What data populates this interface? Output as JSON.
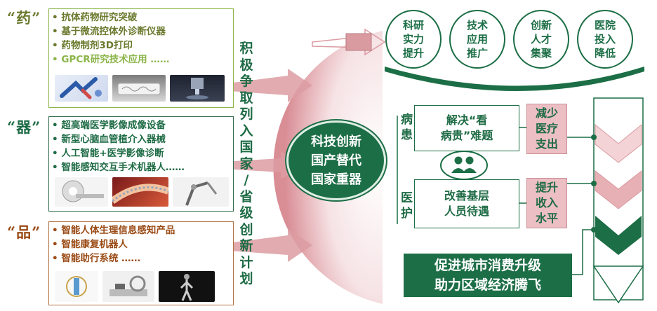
{
  "categories": {
    "drug": {
      "label": "“药”",
      "items": [
        "抗体药物研究突破",
        "基于微流控体外诊断仪器",
        "药物制剂3D打印",
        "GPCR研究技术应用 ……"
      ]
    },
    "device": {
      "label": "“器”",
      "items": [
        "超高端医学影像成像设备",
        "新型心脑血管植介入器械",
        "人工智能+医学影像诊断",
        "智能感知交互手术机器人……"
      ]
    },
    "product": {
      "label": "“品”",
      "items": [
        "智能人体生理信息感知产品",
        "智能康复机器人",
        "智能助行系统 ……"
      ]
    }
  },
  "vertical_text": [
    "积",
    "极",
    "争",
    "取",
    "列",
    "入",
    "国",
    "家",
    "/",
    "省",
    "级",
    "创",
    "新",
    "计",
    "划"
  ],
  "center": {
    "lines": [
      "科技创新",
      "国产替代",
      "国家重器"
    ]
  },
  "top_ovals": [
    {
      "lines": [
        "科研",
        "实力",
        "提升"
      ]
    },
    {
      "lines": [
        "技术",
        "应用",
        "推广"
      ]
    },
    {
      "lines": [
        "创新",
        "人才",
        "集聚"
      ]
    },
    {
      "lines": [
        "医院",
        "投入",
        "降低"
      ]
    }
  ],
  "patient": {
    "side_label": [
      "病",
      "患"
    ],
    "box": [
      "解决“看",
      "病贵”难题"
    ],
    "result": [
      "减少",
      "医疗",
      "支出"
    ]
  },
  "staff": {
    "side_label": [
      "医",
      "护"
    ],
    "box": [
      "改善基层",
      "人员待遇"
    ],
    "result": [
      "提升",
      "收入",
      "水平"
    ]
  },
  "banner": {
    "lines": [
      "促进城市消费升级",
      "助力区域经济腾飞"
    ]
  },
  "colors": {
    "green": "#1c6e46",
    "panel_text_olive": "#6b7a2e",
    "panel_text_brown": "#9a4a14",
    "drug_border": "#8cb54a",
    "device_border": "#2d6c4a",
    "product_border": "#b07040",
    "pink": "#ebbfc3",
    "pink_dark": "#d99aa0"
  },
  "icons": [
    "people-icon",
    "chevron-down-icon"
  ]
}
